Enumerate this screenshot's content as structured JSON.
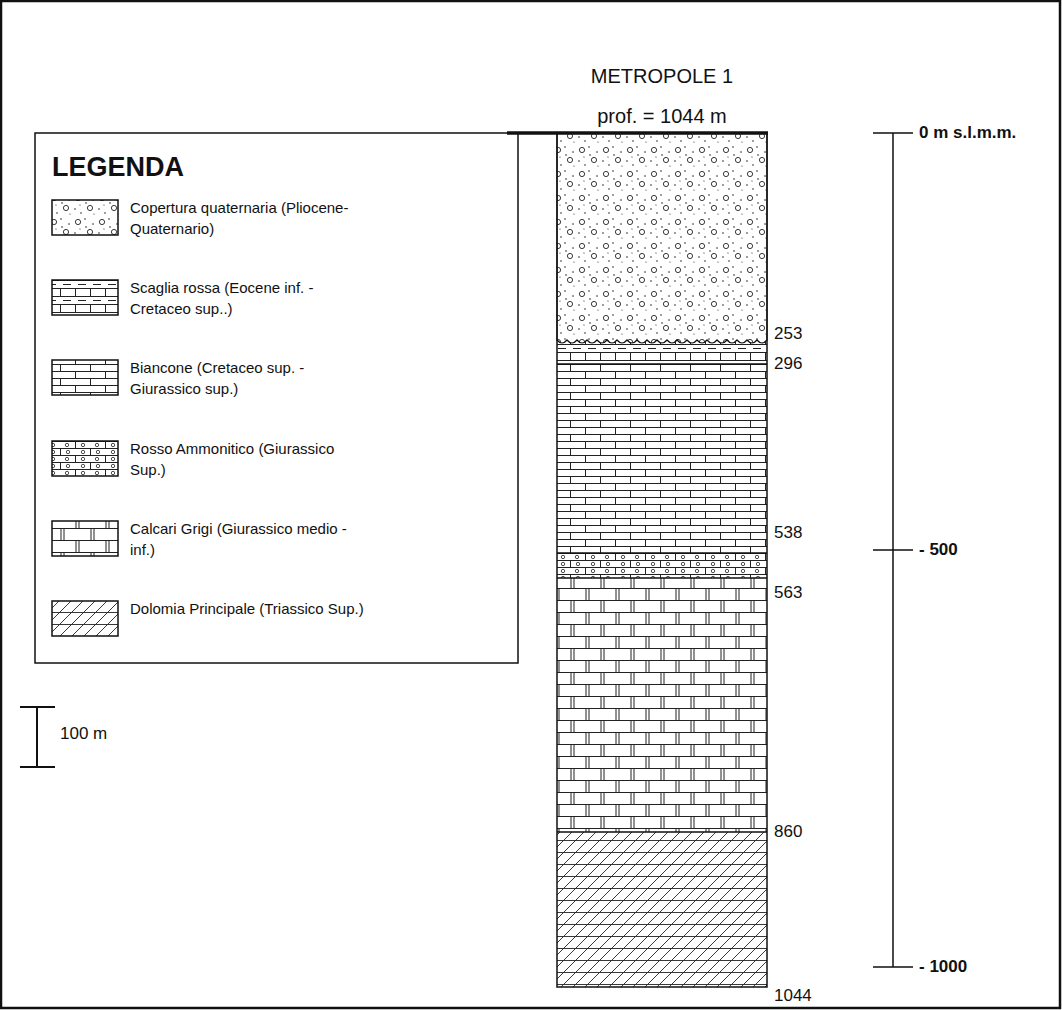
{
  "diagram": {
    "title": "METROPOLE 1",
    "labels": [
      "prof. = 1044 m",
      "253",
      "296",
      "538",
      "563",
      "860",
      "1044",
      "0 m s.l.m.m.",
      "- 500",
      "- 1000",
      "LEGENDA",
      "100 m"
    ],
    "legend": [
      {
        "text": "Copertura quaternaria (Pliocene-Quaternario)"
      },
      {
        "text": "Scaglia rossa (Eocene inf. - Cretaceo sup..)"
      },
      {
        "text": "Biancone (Cretaceo sup. - Giurassico sup.)"
      },
      {
        "text": "Rosso Ammonitico (Giurassico Sup.)"
      },
      {
        "text": "Calcari Grigi (Giurassico medio - inf.)"
      },
      {
        "text": "Dolomia Principale (Triassico Sup.)"
      }
    ]
  }
}
